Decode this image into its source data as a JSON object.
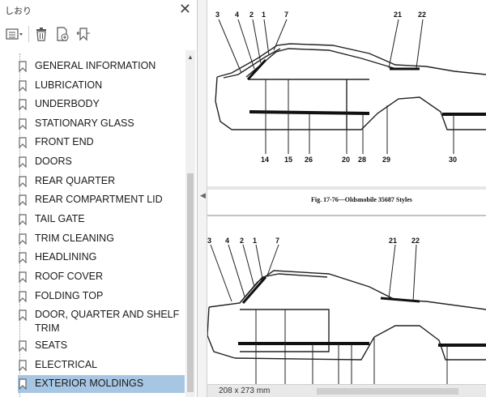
{
  "sidebar": {
    "title": "しおり",
    "close_glyph": "✕",
    "toolbar": [
      "options-menu-icon",
      "delete-bookmark-icon",
      "new-bookmark-icon",
      "bookmark-from-selection-icon"
    ],
    "items": [
      {
        "label": "GENERAL INFORMATION"
      },
      {
        "label": "LUBRICATION"
      },
      {
        "label": "UNDERBODY"
      },
      {
        "label": "STATIONARY GLASS"
      },
      {
        "label": "FRONT END"
      },
      {
        "label": "DOORS"
      },
      {
        "label": "REAR QUARTER"
      },
      {
        "label": "REAR COMPARTMENT LID"
      },
      {
        "label": "TAIL GATE"
      },
      {
        "label": "TRIM CLEANING"
      },
      {
        "label": "HEADLINING"
      },
      {
        "label": "ROOF COVER"
      },
      {
        "label": "FOLDING TOP"
      },
      {
        "label": "DOOR, QUARTER AND SHELF TRIM"
      },
      {
        "label": "SEATS"
      },
      {
        "label": "ELECTRICAL"
      },
      {
        "label": "EXTERIOR MOLDINGS"
      }
    ],
    "selected_index": 16
  },
  "document": {
    "figure1": {
      "top_callouts": [
        "3",
        "4",
        "2",
        "1",
        "7",
        "21",
        "22"
      ],
      "bottom_callouts": [
        "14",
        "15",
        "26",
        "20",
        "28",
        "29",
        "30"
      ],
      "caption": "Fig. 17-76—Oldsmobile 35687 Styles"
    },
    "figure2": {
      "top_callouts": [
        "3",
        "4",
        "2",
        "1",
        "7",
        "21",
        "22"
      ]
    }
  },
  "status": {
    "page_size": "208 x 273 mm"
  },
  "colors": {
    "selection": "#a7c6e3",
    "accent": "#2b2b2b"
  }
}
